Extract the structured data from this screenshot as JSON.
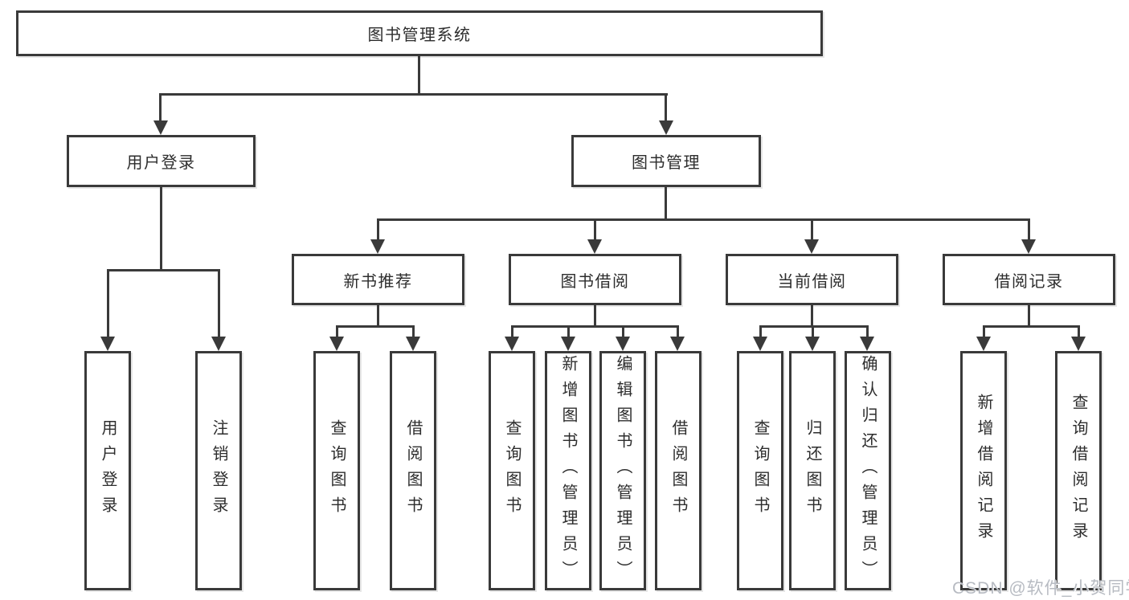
{
  "tree": {
    "root": {
      "label": "图书管理系统"
    },
    "level2": [
      {
        "label": "用户登录"
      },
      {
        "label": "图书管理"
      }
    ],
    "level3": [
      {
        "label": "新书推荐"
      },
      {
        "label": "图书借阅"
      },
      {
        "label": "当前借阅"
      },
      {
        "label": "借阅记录"
      }
    ],
    "leaves": {
      "user_login": [
        {
          "label": "用户登录"
        },
        {
          "label": "注销登录"
        }
      ],
      "new_book": [
        {
          "label": "查询图书"
        },
        {
          "label": "借阅图书"
        }
      ],
      "book_borrow": [
        {
          "label": "查询图书"
        },
        {
          "label": "新增图书（管理员）"
        },
        {
          "label": "编辑图书（管理员）"
        },
        {
          "label": "借阅图书"
        }
      ],
      "current_borrow": [
        {
          "label": "查询图书"
        },
        {
          "label": "归还图书"
        },
        {
          "label": "确认归还（管理员）"
        }
      ],
      "records": [
        {
          "label": "新增借阅记录"
        },
        {
          "label": "查询借阅记录"
        }
      ]
    }
  },
  "watermark": {
    "text": "CSDN @软件_小贺同学"
  },
  "colors": {
    "line": "#3a3a3a",
    "text": "#2d2d2d",
    "background": "#ffffff",
    "watermark": "#b7bbc2"
  }
}
